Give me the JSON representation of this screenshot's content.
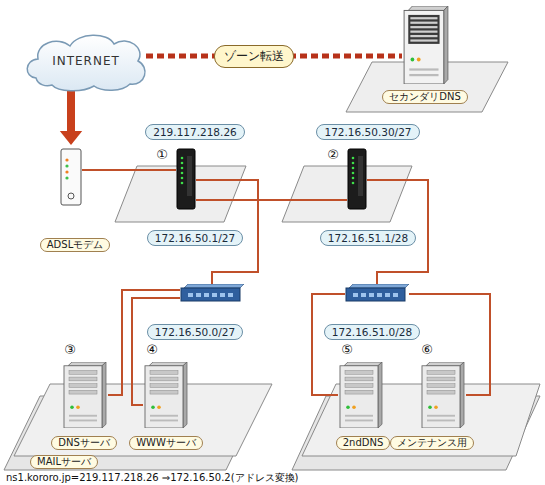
{
  "diagram": {
    "caption": "ns1.kororo.jp=219.117.218.26 ⇒172.16.50.2(アドレス変換)",
    "nodes": [
      {
        "text": [
          "INTERNET"
        ]
      },
      {
        "text": [
          "セカンダリDNS"
        ]
      },
      {
        "text": [
          "ADSLモデム"
        ]
      },
      {
        "text": [
          "①",
          "219.117.218.26",
          "172.16.50.1/27"
        ]
      },
      {
        "text": [
          "②",
          "172.16.50.30/27",
          "172.16.51.1/28"
        ]
      },
      {
        "text": [
          "172.16.50.0/27"
        ]
      },
      {
        "text": [
          "172.16.51.0/28"
        ]
      },
      {
        "text": [
          "③",
          "DNSサーバ",
          "MAILサーバ"
        ]
      },
      {
        "text": [
          "④",
          "WWWサーバ"
        ]
      },
      {
        "text": [
          "⑤",
          "2ndDNS"
        ]
      },
      {
        "text": [
          "⑥",
          "メンテナンス用"
        ]
      }
    ],
    "edges": [
      {
        "from": 0,
        "to": 1,
        "label": "ゾーン転送",
        "arrow": "none"
      },
      {
        "from": 0,
        "to": 2,
        "arrow": "to"
      },
      {
        "from": 2,
        "to": 3,
        "arrow": "none"
      },
      {
        "from": 3,
        "to": 4,
        "arrow": "none"
      },
      {
        "from": 3,
        "to": 5,
        "arrow": "none"
      },
      {
        "from": 4,
        "to": 6,
        "arrow": "none"
      },
      {
        "from": 5,
        "to": 7,
        "arrow": "none"
      },
      {
        "from": 5,
        "to": 8,
        "arrow": "none"
      },
      {
        "from": 6,
        "to": 9,
        "arrow": "none"
      },
      {
        "from": 6,
        "to": 10,
        "arrow": "none"
      }
    ]
  }
}
